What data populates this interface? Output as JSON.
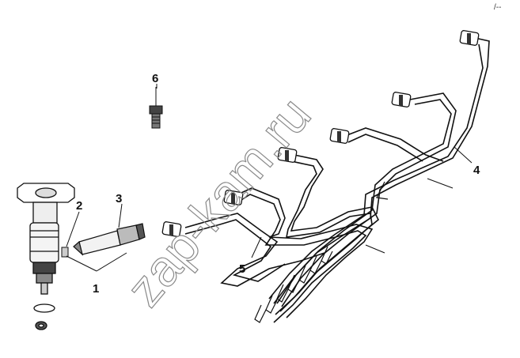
{
  "corner_mark": "/--",
  "watermark": "zap-kam.ru",
  "callouts": [
    {
      "id": "1",
      "label": "1"
    },
    {
      "id": "2",
      "label": "2"
    },
    {
      "id": "3",
      "label": "3"
    },
    {
      "id": "4",
      "label": "4"
    },
    {
      "id": "5",
      "label": "5"
    },
    {
      "id": "6",
      "label": "6"
    }
  ]
}
